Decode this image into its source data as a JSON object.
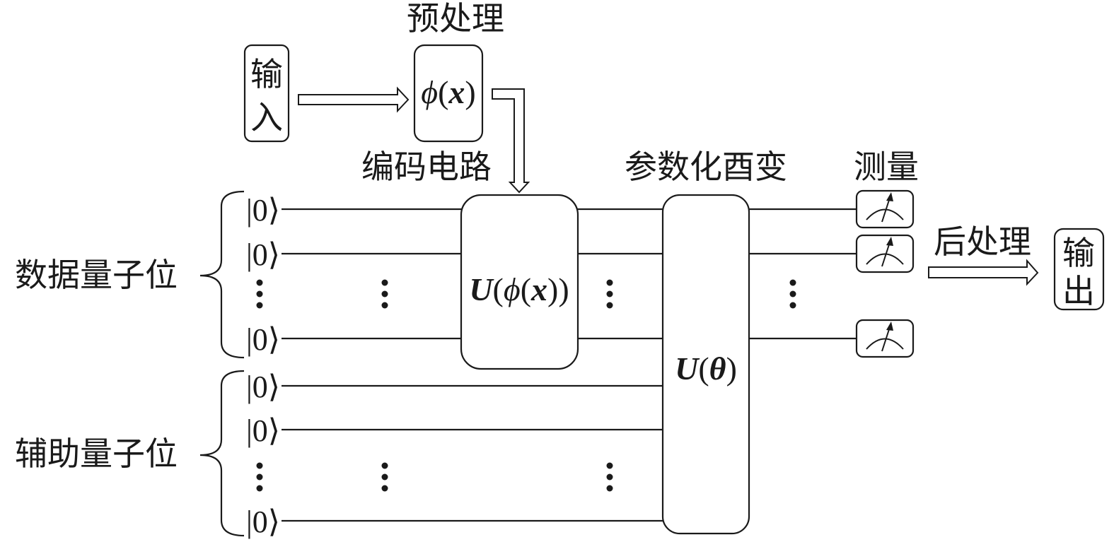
{
  "labels": {
    "input": [
      "输",
      "入"
    ],
    "preprocess": "预处理",
    "encoding_circuit": "编码电路",
    "param_unitary": "参数化酉变",
    "measurement": "测量",
    "postprocess": "后处理",
    "output": [
      "输",
      "出"
    ],
    "data_qubits": "数据量子位",
    "ancilla_qubits": "辅助量子位"
  },
  "gates": {
    "phi": {
      "fn": "ϕ",
      "lp": "(",
      "arg": "x",
      "rp": ")"
    },
    "encode": {
      "U": "U",
      "lp": "(",
      "fn": "ϕ",
      "lp2": "(",
      "arg": "x",
      "rp2": ")",
      "rp": ")"
    },
    "param": {
      "U": "U",
      "lp": "(",
      "arg": "θ",
      "rp": ")"
    }
  },
  "qubit_state": "|0⟩",
  "data_qubit_rows": [
    "|0⟩",
    "|0⟩",
    "|0⟩"
  ],
  "ancilla_qubit_rows": [
    "|0⟩",
    "|0⟩",
    "|0⟩"
  ],
  "measurement_count": 3,
  "icons": {
    "meter": "measurement-meter-icon",
    "arrow": "hollow-arrow-icon",
    "brace": "curly-brace-icon",
    "vdots": "vertical-ellipsis-icon"
  }
}
